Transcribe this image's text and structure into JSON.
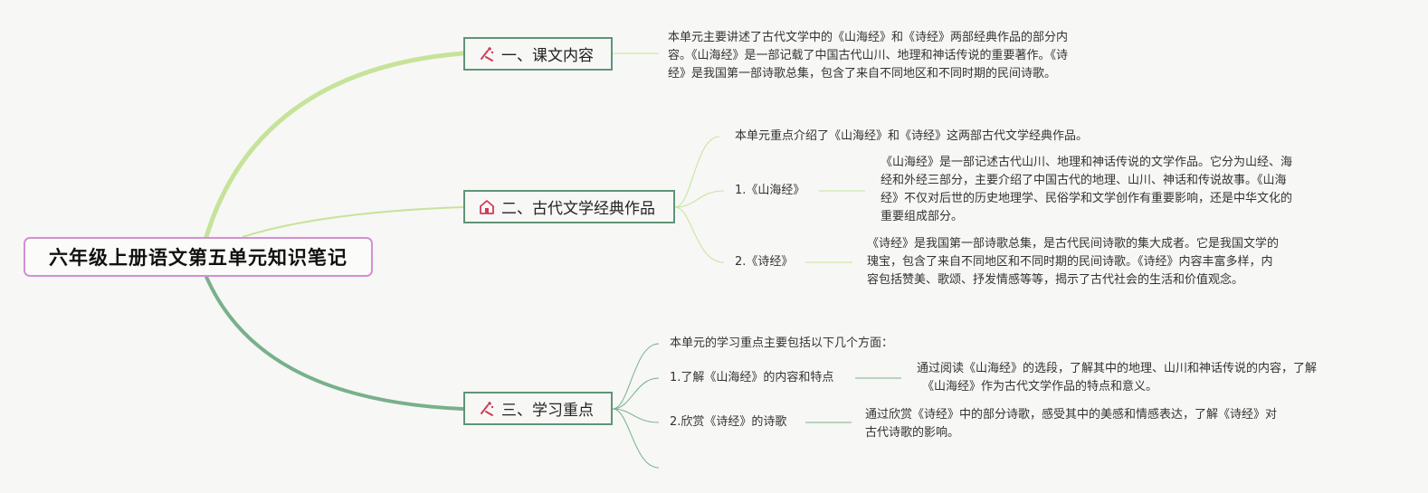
{
  "title": "六年级上册语文第五单元知识笔记",
  "colors": {
    "root_border": "#d38fd7",
    "branch_border": "#5f9478",
    "line_light": "#c6e39a",
    "line_green": "#78b08c",
    "icon_red": "#d1395b"
  },
  "branches": [
    {
      "label": "一、课文内容",
      "icon": "tools-icon",
      "text": [
        "本单元主要讲述了古代文学中的《山海经》和《诗经》两部经典作品的部分内",
        "容。《山海经》是一部记载了中国古代山川、地理和神话传说的重要著作。《诗",
        "经》是我国第一部诗歌总集，包含了来自不同地区和不同时期的民间诗歌。"
      ]
    },
    {
      "label": "二、古代文学经典作品",
      "icon": "home-icon",
      "intro": "本单元重点介绍了《山海经》和《诗经》这两部古代文学经典作品。",
      "items": [
        {
          "label": "1.《山海经》",
          "text": [
            "《山海经》是一部记述古代山川、地理和神话传说的文学作品。它分为山经、海",
            "经和外经三部分，主要介绍了中国古代的地理、山川、神话和传说故事。《山海",
            "经》不仅对后世的历史地理学、民俗学和文学创作有重要影响，还是中华文化的",
            "重要组成部分。"
          ]
        },
        {
          "label": "2.《诗经》",
          "text": [
            "《诗经》是我国第一部诗歌总集，是古代民间诗歌的集大成者。它是我国文学的",
            "瑰宝，包含了来自不同地区和不同时期的民间诗歌。《诗经》内容丰富多样，内",
            "容包括赞美、歌颂、抒发情感等等，揭示了古代社会的生活和价值观念。"
          ]
        }
      ]
    },
    {
      "label": "三、学习重点",
      "icon": "tools-icon",
      "intro": "本单元的学习重点主要包括以下几个方面：",
      "items": [
        {
          "label": "1.了解《山海经》的内容和特点",
          "text": [
            "通过阅读《山海经》的选段，了解其中的地理、山川和神话传说的内容，了解",
            "《山海经》作为古代文学作品的特点和意义。"
          ]
        },
        {
          "label": "2.欣赏《诗经》的诗歌",
          "text": [
            "通过欣赏《诗经》中的部分诗歌，感受其中的美感和情感表达，了解《诗经》对",
            "古代诗歌的影响。"
          ]
        }
      ]
    }
  ]
}
